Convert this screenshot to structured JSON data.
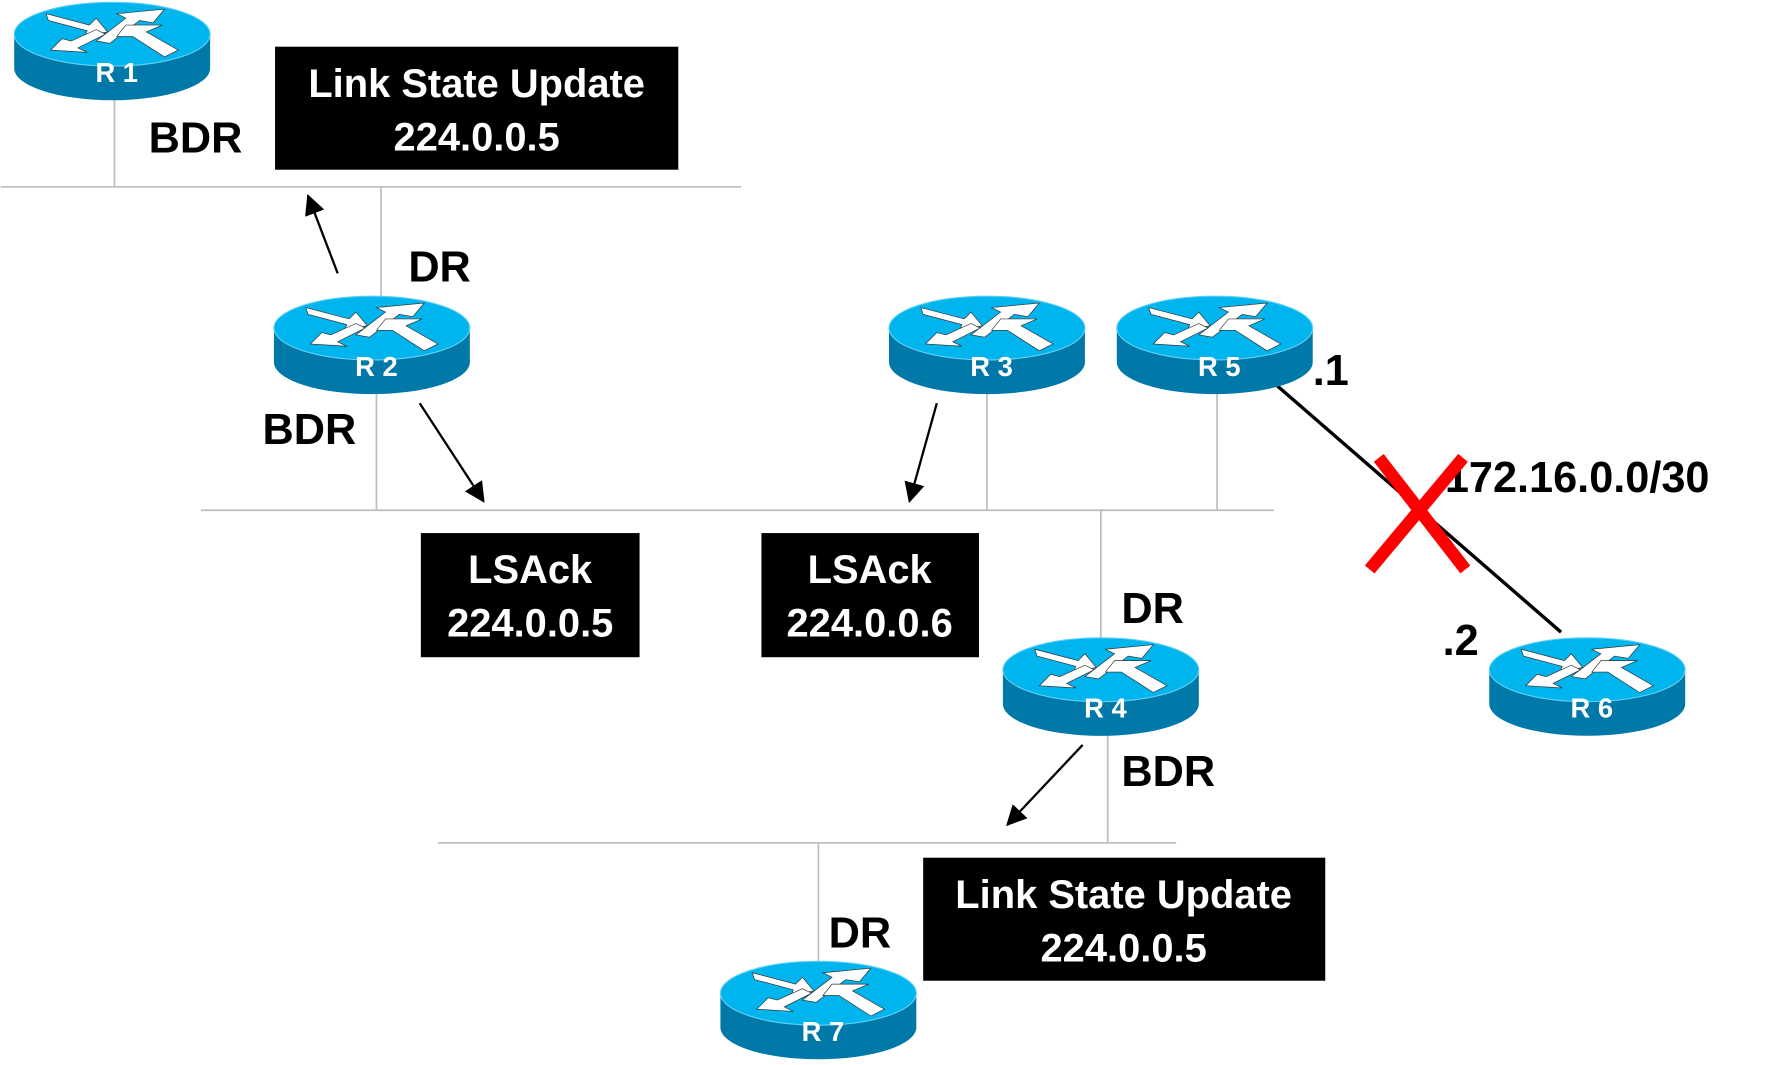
{
  "colors": {
    "router_top": "#00b4ee",
    "router_side": "#0078a8",
    "cross": "#ff0000",
    "box": "#000000",
    "segment": "#bdbdbd"
  },
  "routers": [
    {
      "name": "R 1",
      "icon": "router-icon"
    },
    {
      "name": "R 2",
      "icon": "router-icon"
    },
    {
      "name": "R 3",
      "icon": "router-icon"
    },
    {
      "name": "R 5",
      "icon": "router-icon"
    },
    {
      "name": "R 4",
      "icon": "router-icon"
    },
    {
      "name": "R 6",
      "icon": "router-icon"
    },
    {
      "name": "R 7",
      "icon": "router-icon"
    }
  ],
  "roles": {
    "r1": "BDR",
    "r2_top": "DR",
    "r2_bottom": "BDR",
    "r4_top": "DR",
    "r4_bottom": "BDR",
    "r7": "DR"
  },
  "link": {
    "r5_addr": ".1",
    "r6_addr": ".2",
    "subnet": "172.16.0.0/30",
    "status_icon": "x-mark-icon"
  },
  "boxes": [
    {
      "line1": "Link State Update",
      "line2": "224.0.0.5"
    },
    {
      "line1": "LSAck",
      "line2": "224.0.0.5"
    },
    {
      "line1": "LSAck",
      "line2": "224.0.0.6"
    },
    {
      "line1": "Link State Update",
      "line2": "224.0.0.5"
    }
  ]
}
